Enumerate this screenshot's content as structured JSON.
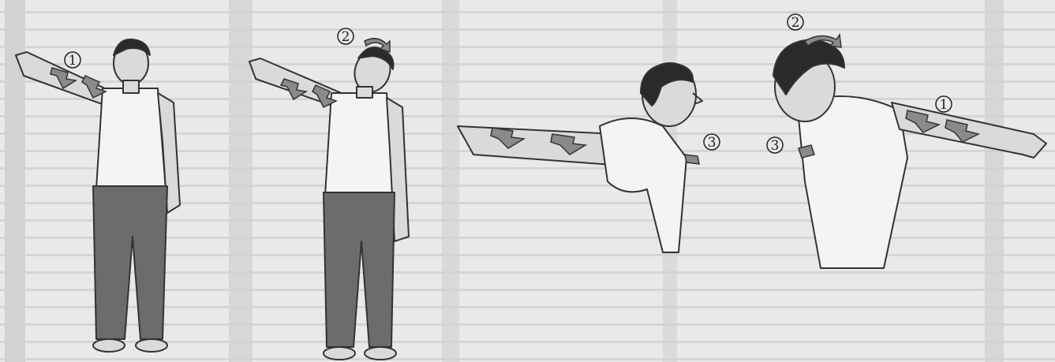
{
  "markers": {
    "step1": "1",
    "step2": "2",
    "step3": "3"
  },
  "colors": {
    "paper": "#e9e9e9",
    "ink": "#222222",
    "skin": "#d9d9d9",
    "shirt": "#f4f4f4",
    "pants": "#6c6c6c",
    "hair": "#2a2a2a",
    "arrow": "#8a8a8a",
    "background_text": "#b8b8b8",
    "pillar": "#cdcdcd"
  },
  "panels": [
    {
      "name": "panel-1",
      "pose": "standing-front-arm-raised",
      "markers": [
        "1"
      ]
    },
    {
      "name": "panel-2",
      "pose": "standing-front-head-tilt",
      "markers": [
        "2"
      ]
    },
    {
      "name": "panel-3",
      "pose": "side-profile-arm-extended",
      "markers": [
        "3"
      ]
    },
    {
      "name": "panel-4",
      "pose": "side-profile-head-forward",
      "markers": [
        "1",
        "2",
        "3"
      ]
    }
  ]
}
